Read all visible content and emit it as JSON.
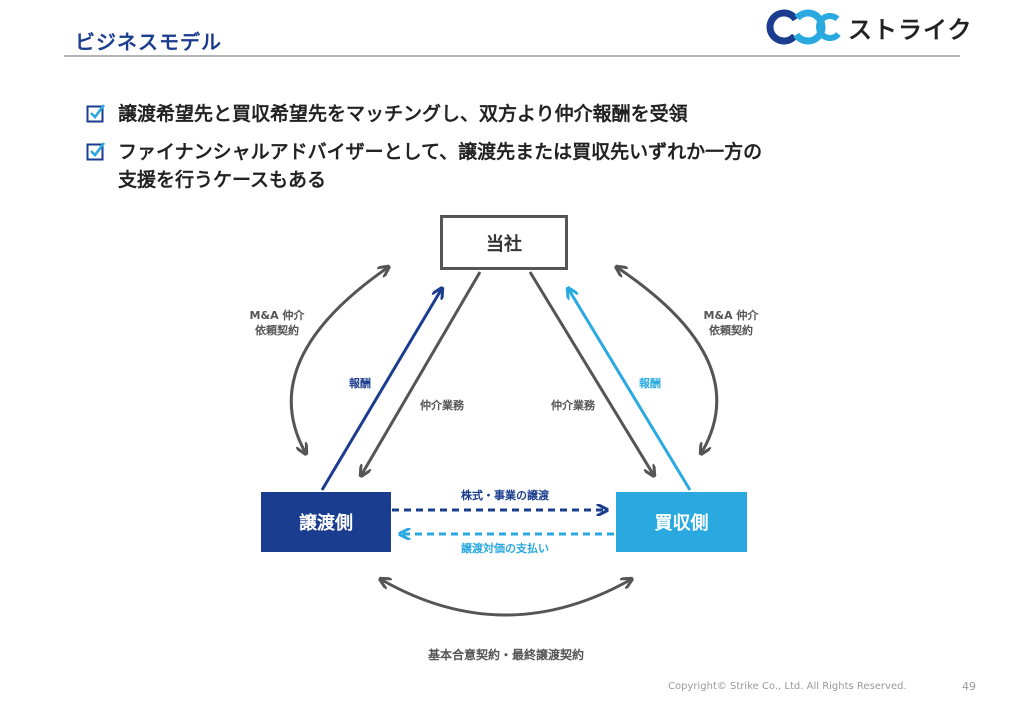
{
  "header": {
    "title": "ビジネスモデル",
    "logo_text": "ストライク"
  },
  "bullets": [
    {
      "text": "譲渡希望先と買収希望先をマッチングし、双方より仲介報酬を受領"
    },
    {
      "text": "ファイナンシャルアドバイザーとして、譲渡先または買収先いずれか一方の\n支援を行うケースもある"
    }
  ],
  "diagram": {
    "company": "当社",
    "seller": "譲渡側",
    "buyer": "買収側",
    "left_contract": "M&A 仲介\n依頼契約",
    "right_contract": "M&A 仲介\n依頼契約",
    "left_fee": "報酬",
    "right_fee": "報酬",
    "left_service": "仲介業務",
    "right_service": "仲介業務",
    "shares": "株式・事業の譲渡",
    "payment": "譲渡対価の支払い",
    "bottom_contract": "基本合意契約・最終譲渡契約"
  },
  "colors": {
    "navy": "#1a3d8f",
    "cyan": "#29a9e0",
    "gray": "#555555"
  },
  "footer": {
    "copyright": "Copyright© Strike Co., Ltd. All Rights Reserved.",
    "page": "49"
  }
}
